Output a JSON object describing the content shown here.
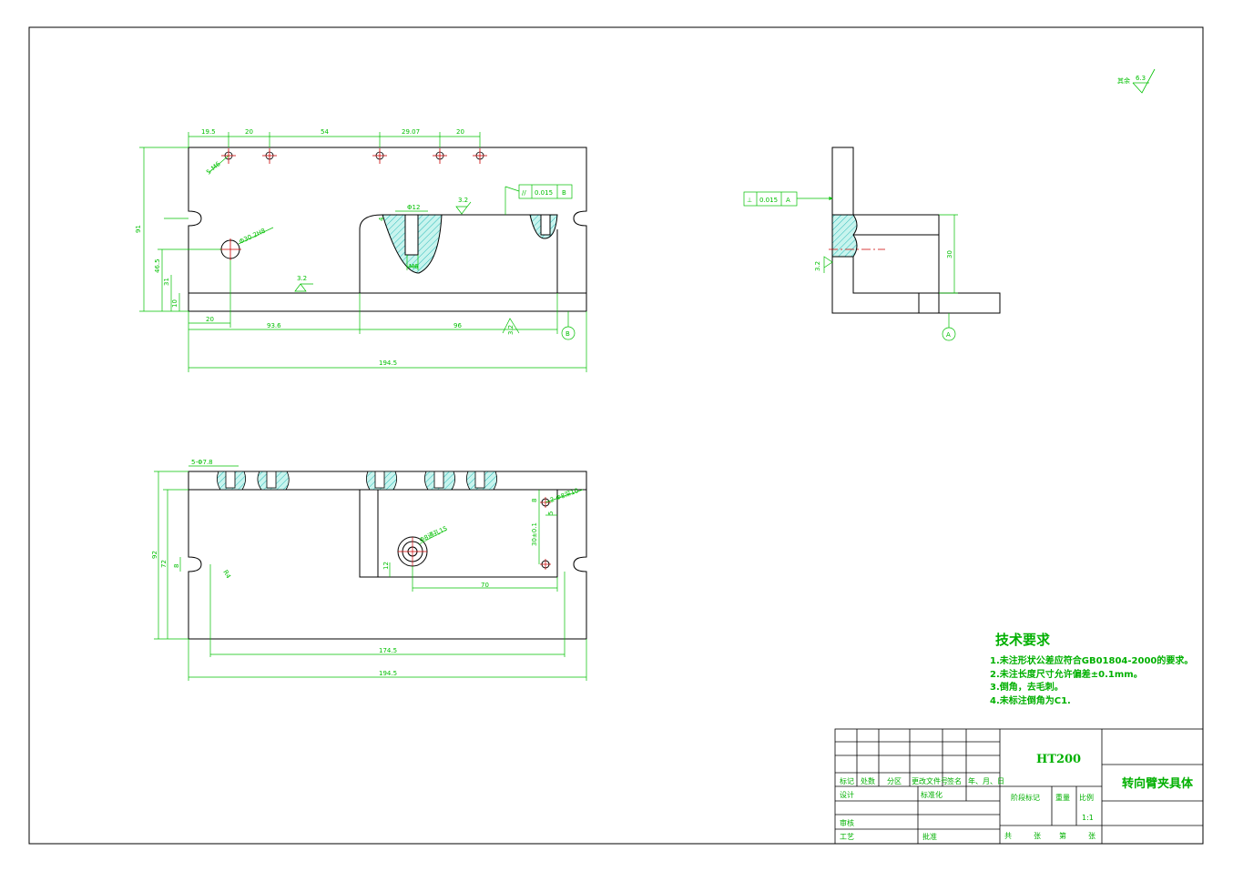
{
  "colors": {
    "outline": "#000000",
    "dimension": "#00c000",
    "hatch": "#00aaaa",
    "centerline": "#cc0000",
    "hatch_fill": "#bff5f0"
  },
  "front_view": {
    "top_dims": [
      "19.5",
      "20",
      "54",
      "29.07",
      "20"
    ],
    "hole_note": "5-M6",
    "small_hole_note": "Φ12",
    "counterbore_note": "M6",
    "round_hole_note": "Φ30.2H8",
    "left_dims": [
      "91",
      "46.5",
      "31",
      "10"
    ],
    "bottom_dims": [
      "20",
      "93.6",
      "96"
    ],
    "overall": "194.5",
    "roughness": [
      "3.2",
      "3.2",
      "3.2"
    ],
    "tolerance_symbol": "//",
    "tolerance_value": "0.015",
    "datum": "B",
    "small_dim": "4"
  },
  "top_view": {
    "hole_note": "5-Φ7.8",
    "left_dims": [
      "92",
      "72",
      "8"
    ],
    "radius_note": "R4",
    "boss_note": "Φ8通孔15",
    "right_note": "2-Φ8深10",
    "right_dims": [
      "8",
      "30±0.1",
      "5"
    ],
    "inner_dims": [
      "12",
      "70"
    ],
    "overall_1": "174.5",
    "overall_2": "194.5"
  },
  "side_view": {
    "tolerance_symbol": "⊥",
    "tolerance_value": "0.015",
    "datum_ref": "A",
    "roughness": "3.2",
    "height_dim": "30",
    "datum": "A"
  },
  "surface_note": {
    "label": "其余",
    "value": "6.3"
  },
  "tech_requirements": {
    "title": "技术要求",
    "items": [
      "1.未注形状公差应符合GB01804-2000的要求。",
      "2.未注长度尺寸允许偏差±0.1mm。",
      "3.倒角，去毛刺。",
      "4.未标注倒角为C1."
    ]
  },
  "title_block": {
    "material": "HT200",
    "part_name": "转向臂夹具体",
    "headers": [
      "标记",
      "处数",
      "分区",
      "更改文件号",
      "签名",
      "年、月、日"
    ],
    "design": "设计",
    "standardize": "标准化",
    "review": "审核",
    "process": "工艺",
    "approve": "批准",
    "stage_mark": "阶段标记",
    "weight": "重量",
    "scale_label": "比例",
    "scale": "1:1",
    "sheets": [
      "共",
      "张",
      "第",
      "张"
    ]
  }
}
